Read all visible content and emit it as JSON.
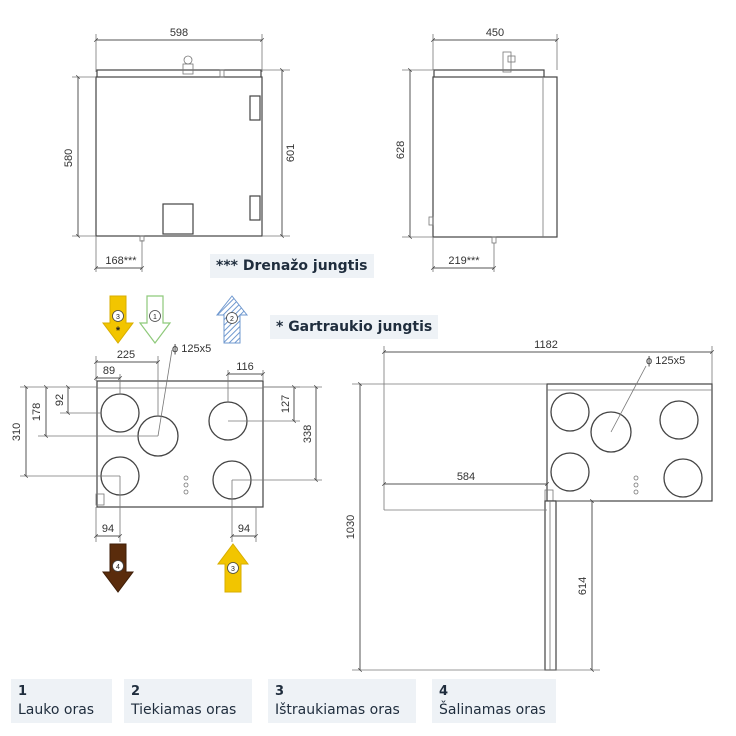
{
  "front_view": {
    "width": "598",
    "height_left": "580",
    "height_right": "601",
    "drain_offset": "168***"
  },
  "side_view": {
    "width": "450",
    "height": "628",
    "drain_offset": "219***"
  },
  "notes": {
    "drain": "*** Drenažo jungtis",
    "condensate": "* Gartraukio jungtis"
  },
  "top_view": {
    "w225": "225",
    "w89": "89",
    "h92": "92",
    "h178": "178",
    "h310": "310",
    "diameter": "ϕ 125x5",
    "w116": "116",
    "h127": "127",
    "h338": "338",
    "w94_left": "94",
    "w94_right": "94"
  },
  "install_view": {
    "w1182": "1182",
    "diameter": "ϕ 125x5",
    "w584": "584",
    "h1030": "1030",
    "h614": "614"
  },
  "arrows": [
    {
      "num": "3",
      "mark": "*",
      "color": "#f2c500"
    },
    {
      "num": "1",
      "color": "#8ec97a"
    },
    {
      "num": "2",
      "color": "#7fa5d6"
    },
    {
      "num": "4",
      "color": "#5a2c0c"
    },
    {
      "num": "3",
      "color": "#f2c500"
    }
  ],
  "legend": [
    {
      "num": "1",
      "label": "Lauko oras"
    },
    {
      "num": "2",
      "label": "Tiekiamas oras"
    },
    {
      "num": "3",
      "label": "Ištraukiamas oras"
    },
    {
      "num": "4",
      "label": "Šalinamas oras"
    }
  ]
}
